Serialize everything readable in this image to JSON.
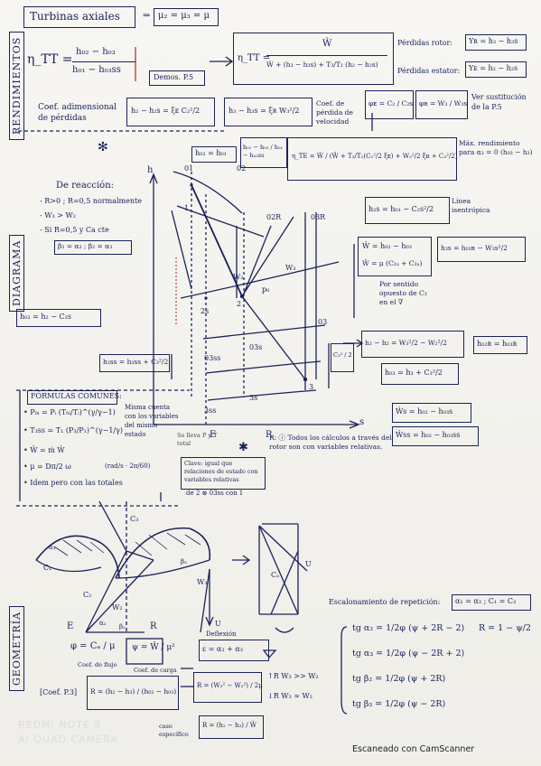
{
  "header": {
    "title": "Turbinas axiales",
    "equal_mass": "μ₂ = μ₃ = μ",
    "eta_tt": "η_TT =",
    "eta_tt_num": "h₀₂ − h₀₃",
    "eta_tt_den": "h₀₁ − h₀₃ss",
    "eta_ref": "Demos. P.5",
    "eta_w_num": "Ŵ",
    "eta_w_den": "Ŵ + (h₃ − h₃s) + T₃/T₂ (h₂ − h₂s)",
    "eta_w_lhs": "η_TT =",
    "stator_loss_label": "Pérdidas rotor:",
    "stator_loss": "Yʀ = h₃ − h₃s",
    "rotor_loss_label": "Pérdidas estator:",
    "rotor_loss": "Yᴇ = h₂ − h₂s"
  },
  "rendimientos": {
    "section": "RENDIMIENTOS",
    "coef_label": "Coef. adimensional de pérdidas",
    "xi_e": "h₂ − h₂s = ξᴇ C₂²/2",
    "xi_r": "h₃ − h₃s = ξʀ W₃²/2",
    "coef_vel_label": "Coef. de pérdida de velocidad",
    "phi_e": "φᴇ = C₂ / C₂s",
    "phi_r": "φʀ = W₃ / W₃s",
    "ver_label": "Ver sustitución de la P.5",
    "h_equal": "h₀₂ = h₀₁",
    "h_ratio": "h₀₁ − h₀₃ / h₀₁ − h₀₃ss",
    "eta_te": "η_TE = Ŵ / (Ŵ + T₃/T₂(C₂²/2 ξᴇ) + W₃²/2 ξʀ + C₃²/2)",
    "max_label": "Máx. rendimiento para α₃ = 0 (h₀₃ − h₃)"
  },
  "reaction": {
    "title": "De reacción:",
    "r0": "- R>0 ; R=0,5 normalmente",
    "w3w2": "- W₃ > W₂",
    "sym": "- Si R=0,5 y Ca cte",
    "sym_eq": "β₃ = α₂ ; β₂ = α₃"
  },
  "diagram": {
    "section": "DIAGRAMA",
    "p01": "01",
    "p02": "02",
    "p02r": "02R",
    "p03r": "03R",
    "p1": "1",
    "p2": "2",
    "p2s": "2s",
    "p03": "03",
    "p03s": "03s",
    "p03ss": "03ss",
    "p3": "3",
    "p3s": "3s",
    "p3ss": "3ss",
    "h_axis": "h",
    "s_axis": "s",
    "e_label": "E",
    "r_label": "R",
    "w2": "W₂",
    "w3": "W₃",
    "pa": "p₀",
    "h2s_formula": "h₂s = h₀₁ − C₂s²/2",
    "linea": "Línea isentrópica",
    "h3s_formula": "h₃s = h₀₃ʀ − W₃s²/2",
    "wdot": "Ŵ = h₀₂ − h₀₃",
    "wdot2": "Ŵ = μ (C₂ᵤ + C₃ᵤ)",
    "sentido": "Por sentido opuesto de C₃ en el ∇",
    "h02_left": "h₀₂ = h₂ − C₂s",
    "h3ss": "h₃ss = h₃ss + C₃²/2",
    "c3_2": "C₃² / 2",
    "h_diff": "h₂ − h₂ = W₃²/2 − W₂²/2",
    "h02r": "h₀₂ʀ = h₀₃ʀ",
    "h03": "h₀₃ = h₃ + C₃²/2",
    "ws": "Ŵs = h₀₂ − h₀₃s",
    "wss": "Ŵss = h₀₂ − h₀₃ss"
  },
  "formulas": {
    "title": "FÓRMULAS COMUNES:",
    "f1": "• P₀ᵢ = Pᵢ (T₀ᵢ/Tᵢ)^(γ/γ−1)",
    "f2": "• T₃ss = T₁ (P₃/P₁)^(γ−1/γ)",
    "f3": "• Ŵ = ṁ Ŵ",
    "f4": "• μ = Dπ/2 ω",
    "f4b": "(rad/s · 2π/60)",
    "f5": "• Idem pero con las totales",
    "note": "Misma cuenta con los variables del mismo estado",
    "note2": "Se lleva P y T total",
    "clave": "Clave: igual que relaciones de estado con variables relativas",
    "clave2": "de 2 ⊗ 03ss con 1",
    "r_note": "R: ⓘ Todos los cálculos a través del rotor son con variables relativas."
  },
  "geometry": {
    "section": "GEOMETRÍA",
    "c1": "C₁",
    "c2": "C₂",
    "c3": "C₃",
    "ca": "Cₐ",
    "w2": "W₂",
    "w3": "W₃",
    "u": "U",
    "a1": "α₁",
    "a2": "α₂",
    "b2": "β₂",
    "b3": "β₃",
    "e": "E",
    "r": "R",
    "phi": "φ = Cₐ / μ",
    "phi_note": "Coef. de flujo",
    "psi": "ψ = Ŵ / μ²",
    "psi_note": "Coef. de carga",
    "defl_label": "Deflexión",
    "defl": "ε = α₂ + α₃",
    "coef_p3": "[Coef. P.3]",
    "r_frac": "R = (h₂ − h₃) / (h₀₂ − h₀₃)",
    "r_equal": "R = (W₃² − W₂²) / 2μ",
    "r_prime": "R = (h₂ − h₃) / Ŵ",
    "tag1": "↑R W₃ >> W₂",
    "tag2": "↓R W₃ ≈ W₂",
    "caso_espec": "caso específico",
    "escal": "Escalonamiento de repetición:",
    "escal_cond": "α₁ = α₃ ; C₁ = C₃",
    "tg1": "tg α₂ = 1/2φ (ψ + 2R − 2)",
    "tg2": "tg α₃ = 1/2φ (ψ − 2R + 2)",
    "tg3": "tg β₂ = 1/2φ (ψ + 2R)",
    "tg4": "tg β₃ = 1/2φ (ψ − 2R)",
    "r_res": "R = 1 − ψ/2"
  },
  "footer": {
    "wm1": "REDMI NOTE 8",
    "wm2": "AI QUAD CAMERA",
    "scanner": "Escaneado con CamScanner"
  },
  "colors": {
    "ink": "#16205a",
    "red": "#b3262d",
    "paper": "#f4f3ef"
  }
}
